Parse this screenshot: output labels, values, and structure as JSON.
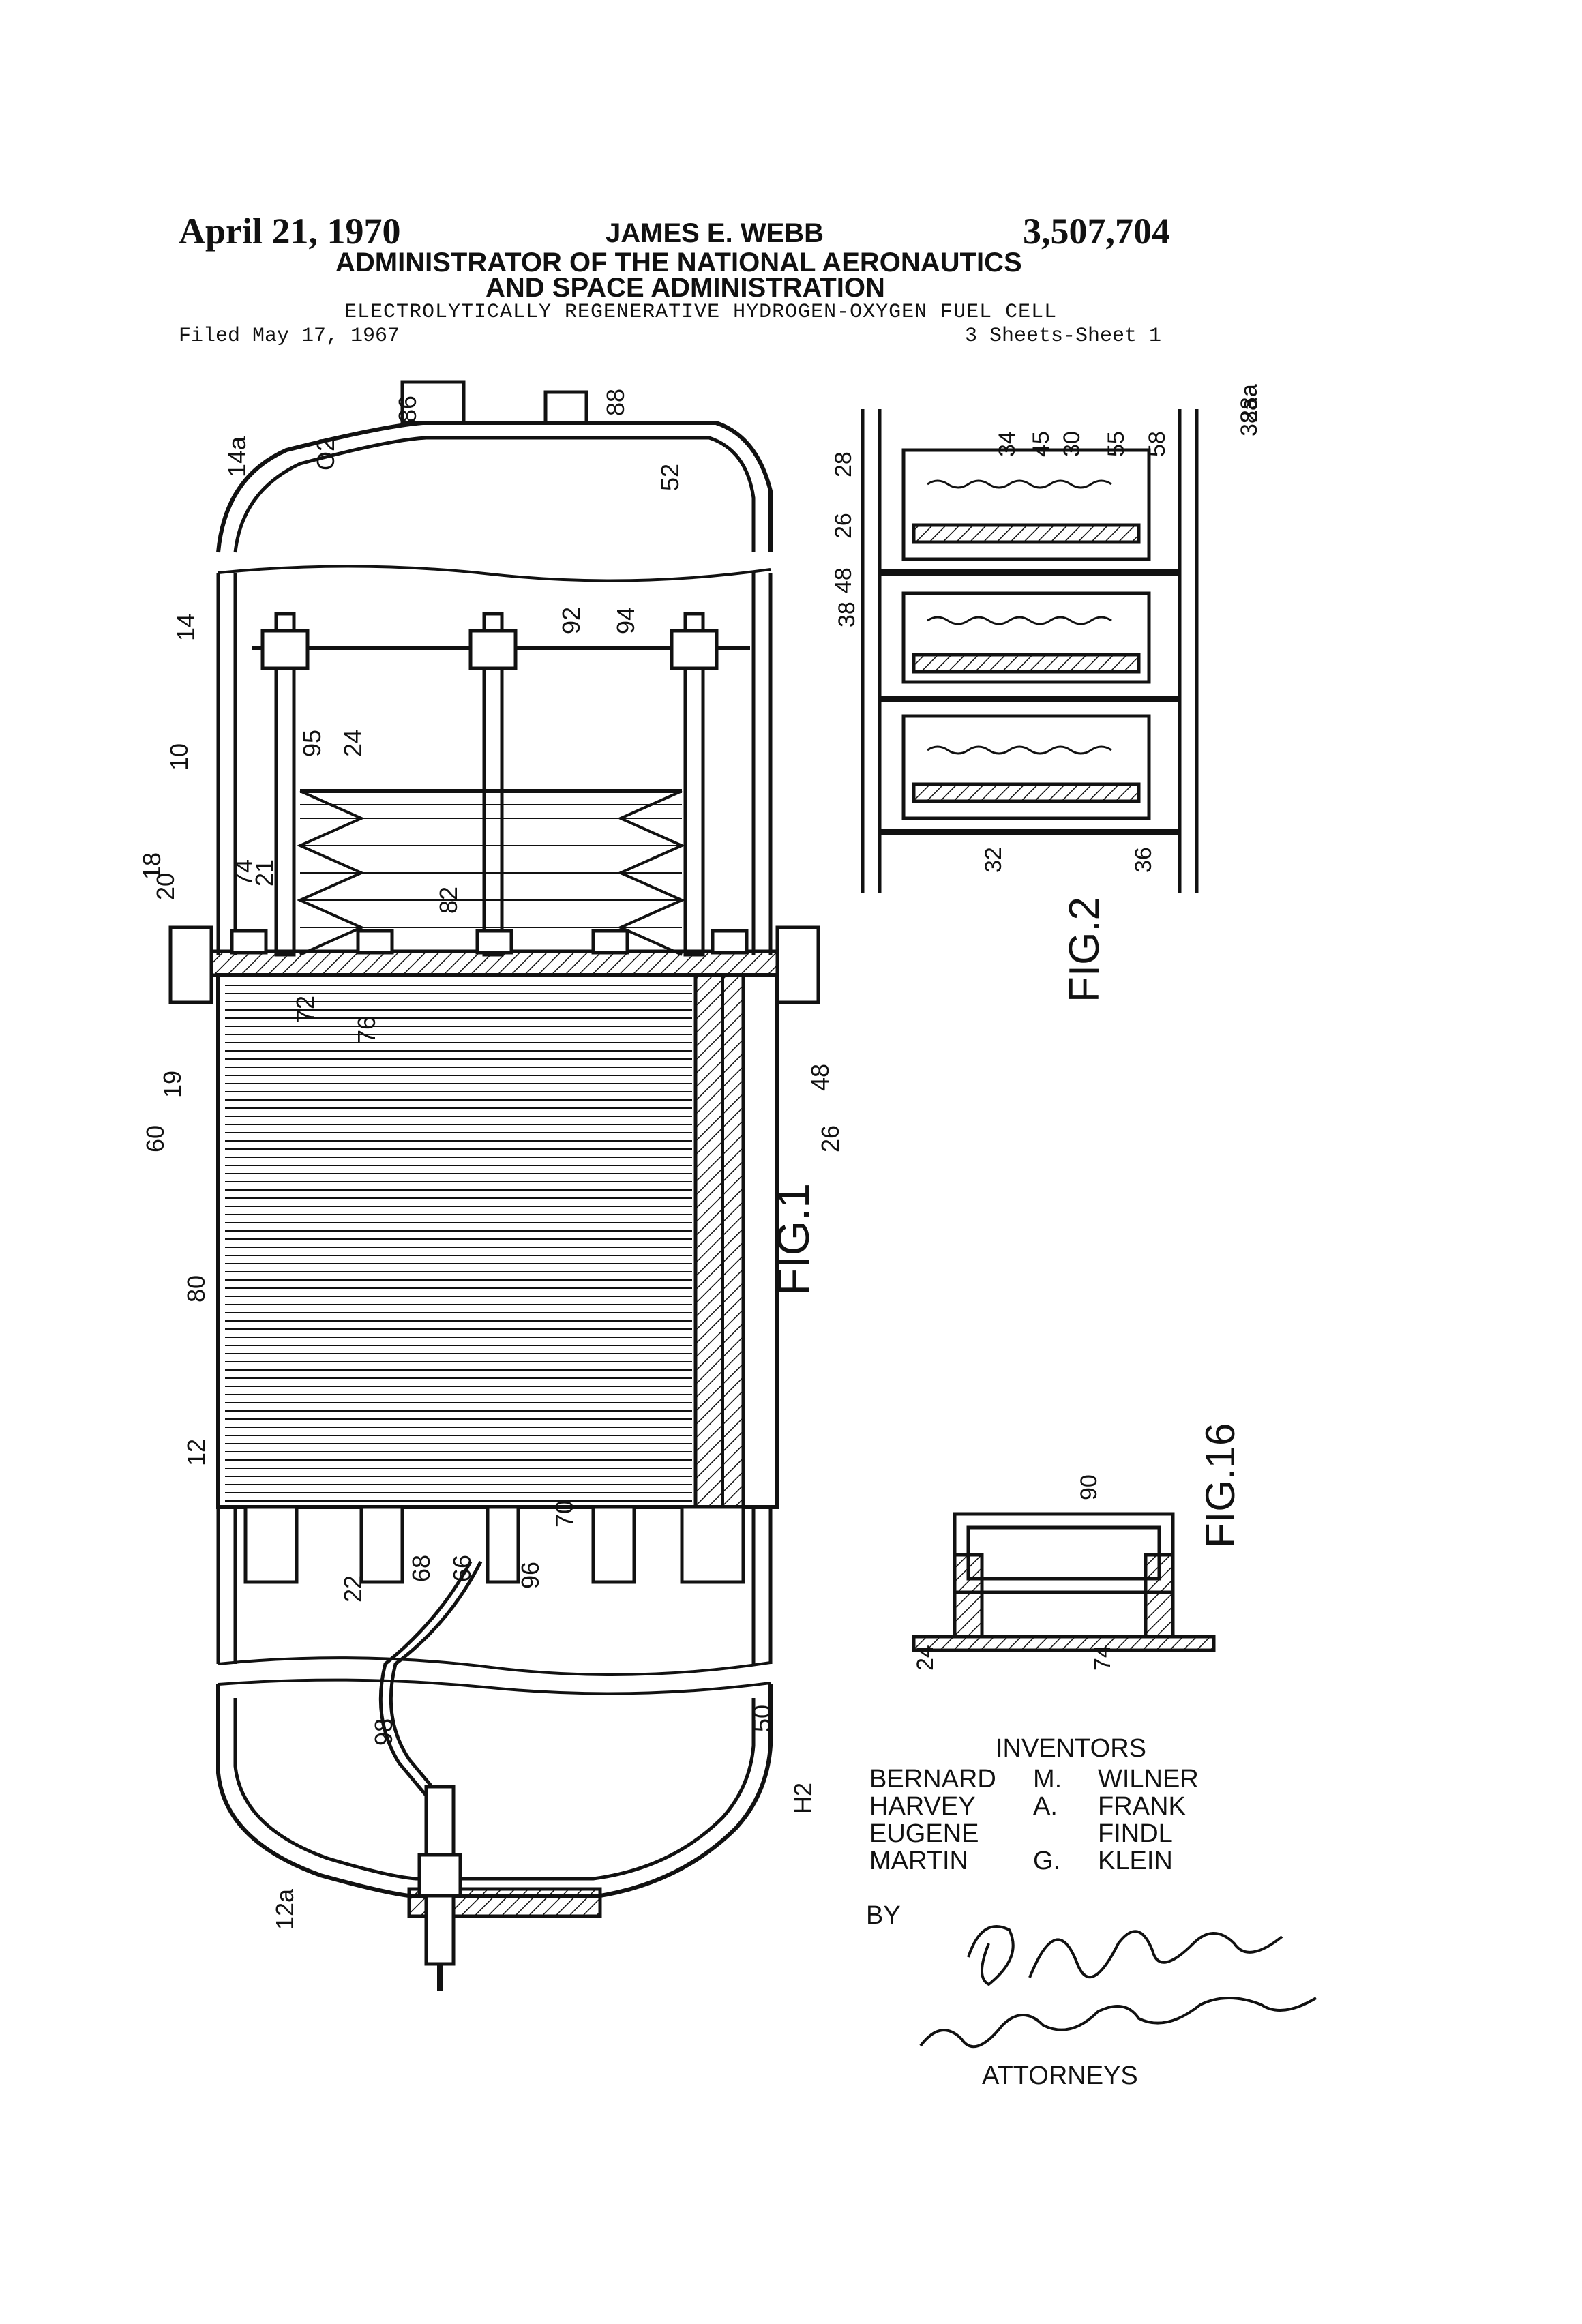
{
  "header": {
    "date": "April 21, 1970",
    "name": "JAMES E. WEBB",
    "patent_number": "3,507,704",
    "line1": "ADMINISTRATOR OF THE NATIONAL AERONAUTICS",
    "line2": "AND SPACE ADMINISTRATION",
    "title": "ELECTROLYTICALLY REGENERATIVE HYDROGEN-OXYGEN FUEL CELL",
    "filed": "Filed May 17, 1967",
    "sheets": "3 Sheets-Sheet 1"
  },
  "figures": {
    "fig1": "FIG.1",
    "fig2": "FIG.2",
    "fig16": "FIG.16"
  },
  "fig1_refs": [
    "14a",
    "O2",
    "86",
    "88",
    "52",
    "14",
    "92",
    "94",
    "95",
    "24",
    "10",
    "20",
    "18",
    "74",
    "21",
    "19",
    "72",
    "76",
    "82",
    "60",
    "26",
    "48",
    "80",
    "12",
    "22",
    "68",
    "66",
    "96",
    "70",
    "98",
    "50",
    "H2",
    "12a"
  ],
  "fig2_refs": [
    "28",
    "26",
    "48",
    "38",
    "34",
    "45",
    "30",
    "55",
    "58",
    "38a",
    "28a",
    "32",
    "36"
  ],
  "fig16_refs": [
    "90",
    "24",
    "74"
  ],
  "inventors": {
    "heading": "INVENTORS",
    "names": [
      {
        "first": "BERNARD",
        "middle": "M.",
        "last": "WILNER"
      },
      {
        "first": "HARVEY",
        "middle": "A.",
        "last": "FRANK"
      },
      {
        "first": "EUGENE",
        "middle": "",
        "last": "FINDL"
      },
      {
        "first": "MARTIN",
        "middle": "G.",
        "last": "KLEIN"
      }
    ],
    "by": "BY",
    "attorneys": "ATTORNEYS"
  }
}
